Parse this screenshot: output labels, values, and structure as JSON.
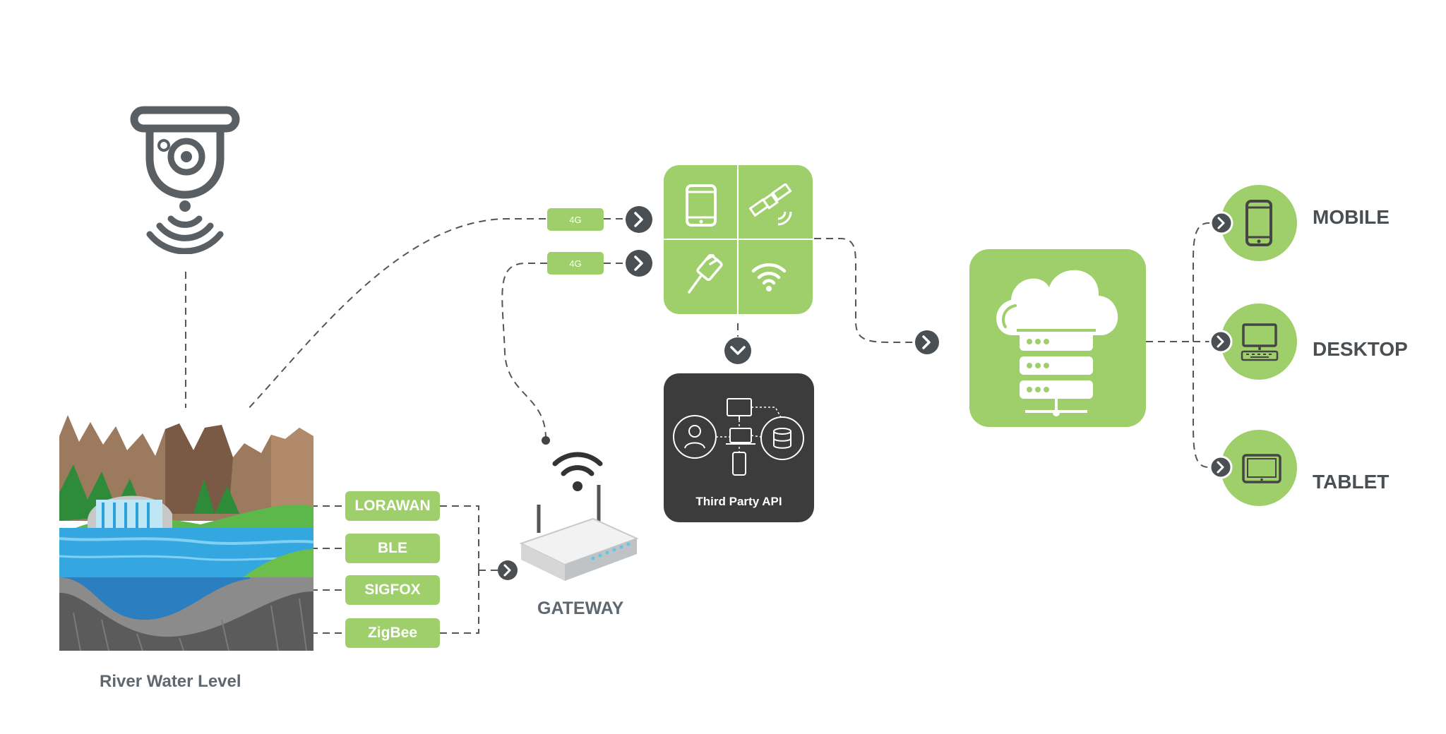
{
  "labels": {
    "river": "River Water Level",
    "gateway": "GATEWAY",
    "third_party": "Third Party API"
  },
  "network_tags": [
    "4G",
    "4G"
  ],
  "protocols": [
    "LORAWAN",
    "BLE",
    "SIGFOX",
    "ZigBee"
  ],
  "outputs": [
    "MOBILE",
    "DESKTOP",
    "TABLET"
  ],
  "colors": {
    "green": "#9fcf6a",
    "dark": "#3c3c3c",
    "connector": "#4a4f54",
    "line": "#555555",
    "icon": "#5a5f64"
  },
  "icons": {
    "sensor": "security-camera-icon",
    "wireless": "wifi-signal-icon",
    "connectivity": [
      "smartphone-icon",
      "satellite-icon",
      "ethernet-cable-icon",
      "wifi-icon"
    ],
    "cloud": "cloud-server-icon",
    "outputs": [
      "mobile-phone-icon",
      "desktop-monitor-icon",
      "tablet-icon"
    ]
  }
}
